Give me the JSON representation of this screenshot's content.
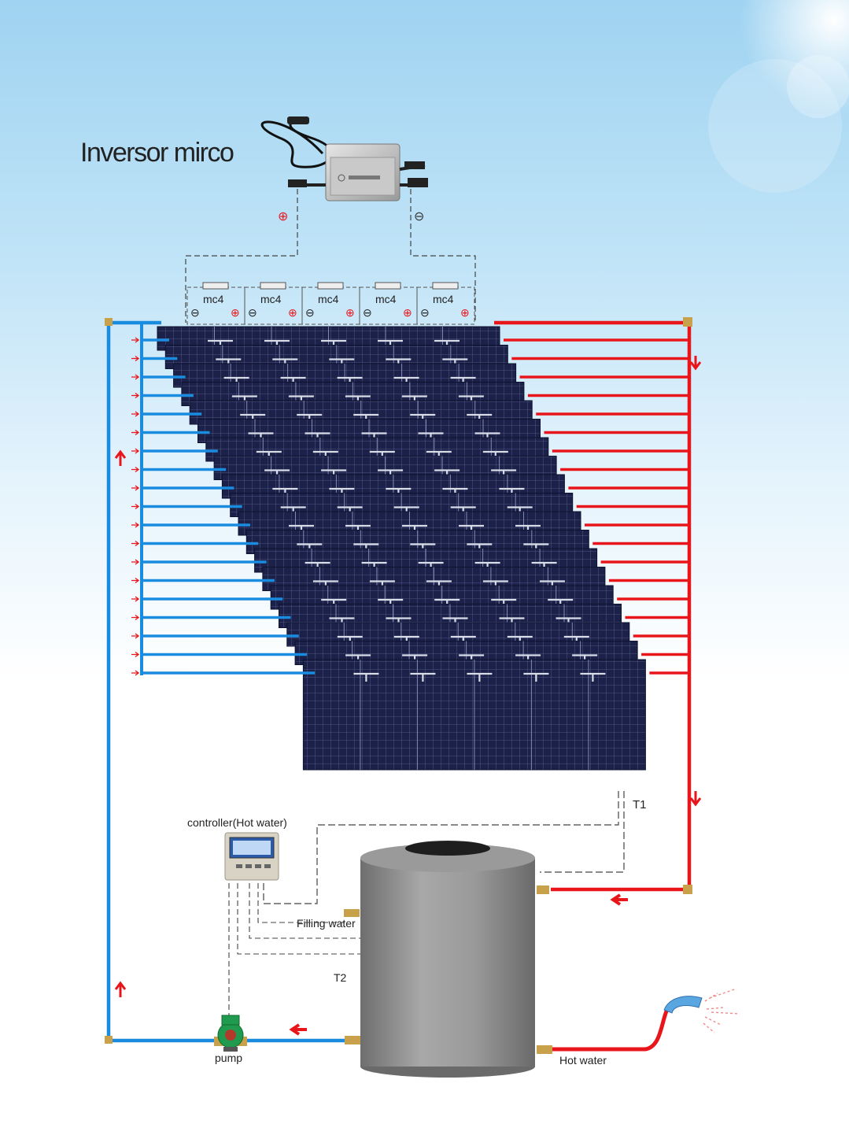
{
  "title": "Inversor mirco",
  "labels": {
    "mc4": "mc4",
    "minus": "⊖",
    "plus": "⊕",
    "t1": "T1",
    "t2": "T2",
    "controller": "controller(Hot water)",
    "filling": "Filling water",
    "pump": "pump",
    "hot": "Hot water"
  },
  "colors": {
    "cold_pipe": "#1a8ce0",
    "hot_pipe": "#e8161b",
    "panel": "#1c2149",
    "tank": "#8c8c8c"
  },
  "icons": {
    "inverter": "microinverter-icon",
    "controller": "controller-icon",
    "pump": "pump-icon",
    "shower": "shower-head-icon"
  }
}
